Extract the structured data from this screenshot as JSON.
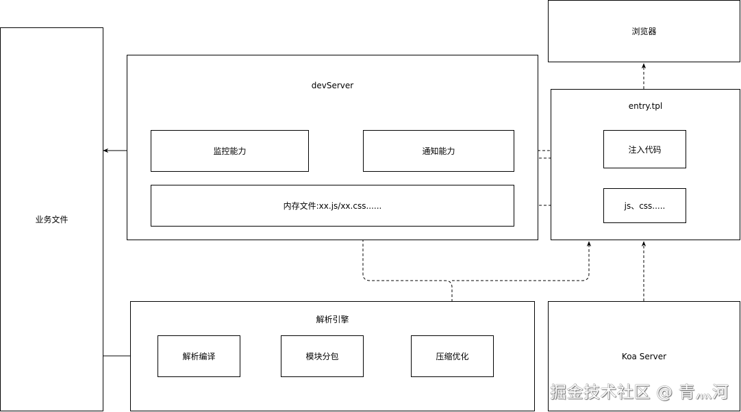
{
  "nodes": {
    "business_files": "业务文件",
    "dev_server": "devServer",
    "monitor": "监控能力",
    "notify": "通知能力",
    "memory_files": "内存文件:xx.js/xx.css......",
    "parse_engine": "解析引擎",
    "parse_compile": "解析编译",
    "module_bundle": "模块分包",
    "compress_optimize": "压缩优化",
    "browser": "浏览器",
    "entry_tpl": "entry.tpl",
    "inject_code": "注入代码",
    "js_css": "js、css.....",
    "koa_server": "Koa Server"
  },
  "watermark": "掘金技术社区 @ 青灬河",
  "colors": {
    "line": "#000000",
    "background": "#ffffff"
  }
}
